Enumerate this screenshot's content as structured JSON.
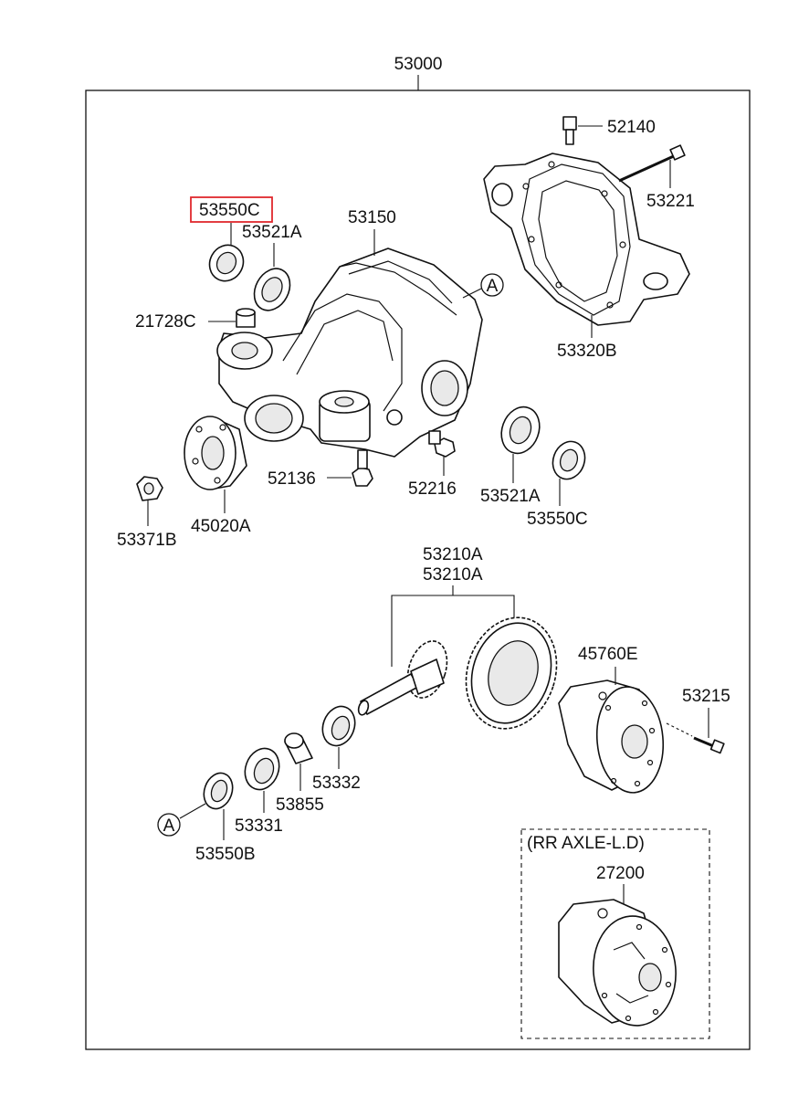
{
  "assembly_number": "53000",
  "highlight_color": "#e0282d",
  "labels": {
    "p52140": "52140",
    "p53221": "53221",
    "p53550c_top": "53550C",
    "p53521a_top": "53521A",
    "p53150": "53150",
    "p21728c": "21728C",
    "p53320b": "53320B",
    "p52136": "52136",
    "p52216": "52216",
    "p53521a_right": "53521A",
    "p53550c_right": "53550C",
    "p53371b": "53371B",
    "p45020a": "45020A",
    "p53210a_1": "53210A",
    "p53210a_2": "53210A",
    "p45760e": "45760E",
    "p53215": "53215",
    "p53332": "53332",
    "p53855": "53855",
    "p53331": "53331",
    "p53550b": "53550B",
    "p27200": "27200"
  },
  "ref_markers": {
    "top": "A",
    "bottom": "A"
  },
  "option_box_title": "(RR AXLE-L.D)"
}
